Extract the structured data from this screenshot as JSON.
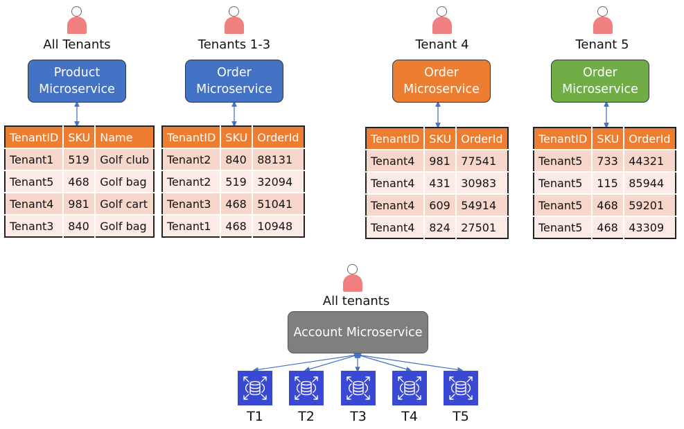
{
  "columns": [
    {
      "title": "All Tenants",
      "service": "Product\nMicroservice",
      "service_color": "#4472c4",
      "headers": [
        "TenantID",
        "SKU",
        "Name"
      ],
      "rows": [
        [
          "Tenant1",
          "519",
          "Golf club"
        ],
        [
          "Tenant5",
          "468",
          "Golf bag"
        ],
        [
          "Tenant4",
          "981",
          "Golf cart"
        ],
        [
          "Tenant3",
          "840",
          "Golf bag"
        ]
      ]
    },
    {
      "title": "Tenants 1-3",
      "service": "Order\nMicroservice",
      "service_color": "#4472c4",
      "headers": [
        "TenantID",
        "SKU",
        "OrderId"
      ],
      "rows": [
        [
          "Tenant2",
          "840",
          "88131"
        ],
        [
          "Tenant2",
          "519",
          "32094"
        ],
        [
          "Tenant3",
          "468",
          "51041"
        ],
        [
          "Tenant1",
          "468",
          "10948"
        ]
      ]
    },
    {
      "title": "Tenant 4",
      "service": "Order\nMicroservice",
      "service_color": "#ed7d31",
      "headers": [
        "TenantID",
        "SKU",
        "OrderId"
      ],
      "rows": [
        [
          "Tenant4",
          "981",
          "77541"
        ],
        [
          "Tenant4",
          "431",
          "30983"
        ],
        [
          "Tenant4",
          "609",
          "54914"
        ],
        [
          "Tenant4",
          "824",
          "27501"
        ]
      ]
    },
    {
      "title": "Tenant 5",
      "service": "Order\nMicroservice",
      "service_color": "#70ad47",
      "headers": [
        "TenantID",
        "SKU",
        "OrderId"
      ],
      "rows": [
        [
          "Tenant5",
          "733",
          "44321"
        ],
        [
          "Tenant5",
          "115",
          "85944"
        ],
        [
          "Tenant5",
          "468",
          "59201"
        ],
        [
          "Tenant5",
          "468",
          "43309"
        ]
      ]
    }
  ],
  "account": {
    "title": "All tenants",
    "service": "Account Microservice",
    "service_color": "#7f7f7f",
    "databases": [
      "T1",
      "T2",
      "T3",
      "T4",
      "T5"
    ]
  },
  "colors": {
    "table_header": "#ed7d31",
    "row_odd": "#f7d6cc",
    "row_even": "#fbeae5",
    "arrow": "#4472c4",
    "database_icon": "#3a49d4",
    "person_body": "#f08080"
  }
}
